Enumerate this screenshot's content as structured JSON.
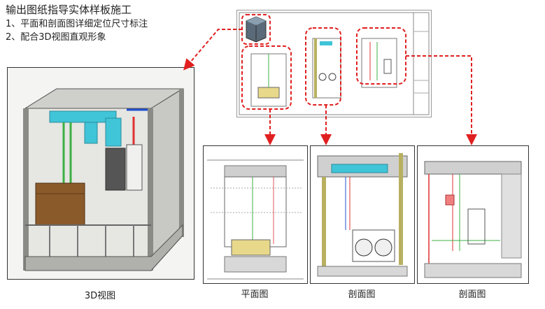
{
  "heading": "输出图纸指导实体样板施工",
  "points": [
    "1、平面和剖面图详细定位尺寸标注",
    "2、配合3D视图直观形象"
  ],
  "captions": {
    "view3d": "3D视图",
    "plan": "平面图",
    "section1": "剖面图",
    "section2": "剖面图"
  },
  "colors": {
    "callout": "#e02020",
    "duct": "#40c4d8",
    "pipe_green": "#3cb043",
    "pipe_red": "#e03030",
    "pipe_blue": "#2050d0"
  }
}
